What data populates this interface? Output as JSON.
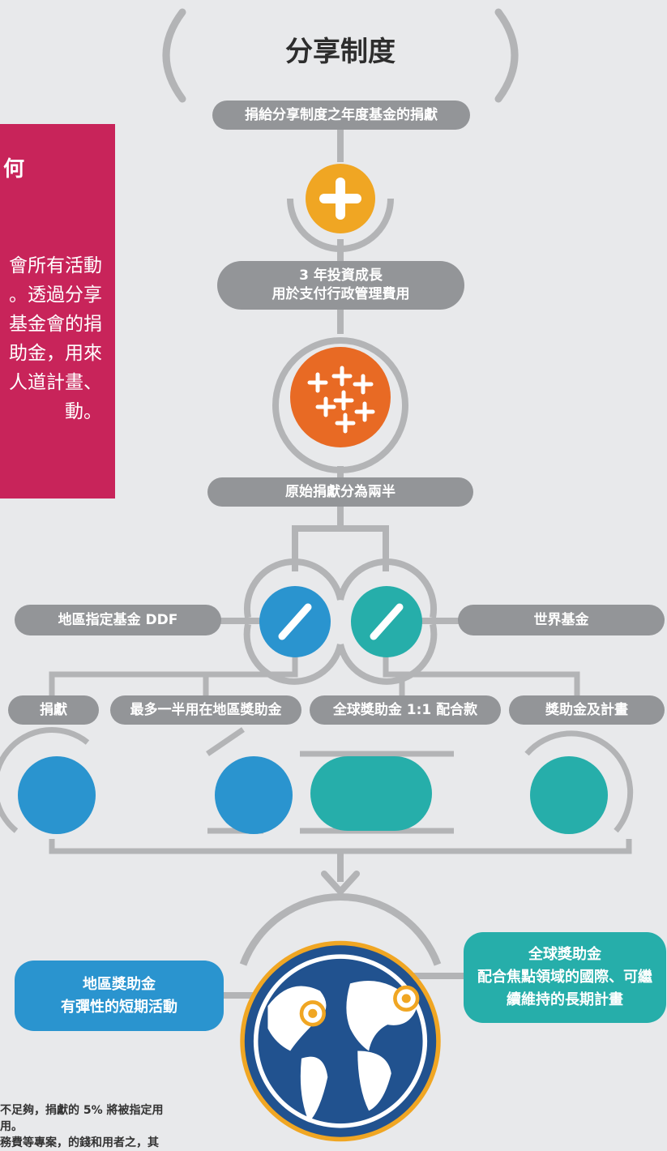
{
  "header": {
    "title": "分享制度"
  },
  "panel": {
    "title": "何",
    "body_lines": [
      "會所有活動",
      "。透過分享",
      "基金會的捐",
      "助金，用來",
      "人道計畫、",
      "動。"
    ]
  },
  "flow": {
    "donation_label": "捐給分享制度之年度基金的捐獻",
    "growth_line1": "3 年投資成長",
    "growth_line2": "用於支付行政管理費用",
    "split_label": "原始捐獻分為兩半",
    "ddf_label": "地區指定基金 DDF",
    "world_fund_label": "世界基金",
    "donate_label": "捐獻",
    "district_half_label": "最多一半用在地區獎助金",
    "global_match_label": "全球獎助金 1:1 配合款",
    "grants_programs_label": "獎助金及計畫"
  },
  "outcomes": {
    "district_grant_line1": "地區獎助金",
    "district_grant_line2": "有彈性的短期活動",
    "global_grant_line1": "全球獎助金",
    "global_grant_line2": "配合焦點領域的國際、可繼",
    "global_grant_line3": "續維持的長期計畫"
  },
  "footnote": {
    "line1": "不足夠，捐獻的 5% 將被指定用",
    "line2": "用。",
    "line3": "務費等專案，的錢和用者之，其"
  },
  "colors": {
    "magenta": "#c8245a",
    "gray": "#939598",
    "gold": "#f0a623",
    "orange": "#e86a24",
    "blue": "#2a94cf",
    "teal": "#26aeaa",
    "navy": "#21528f"
  }
}
